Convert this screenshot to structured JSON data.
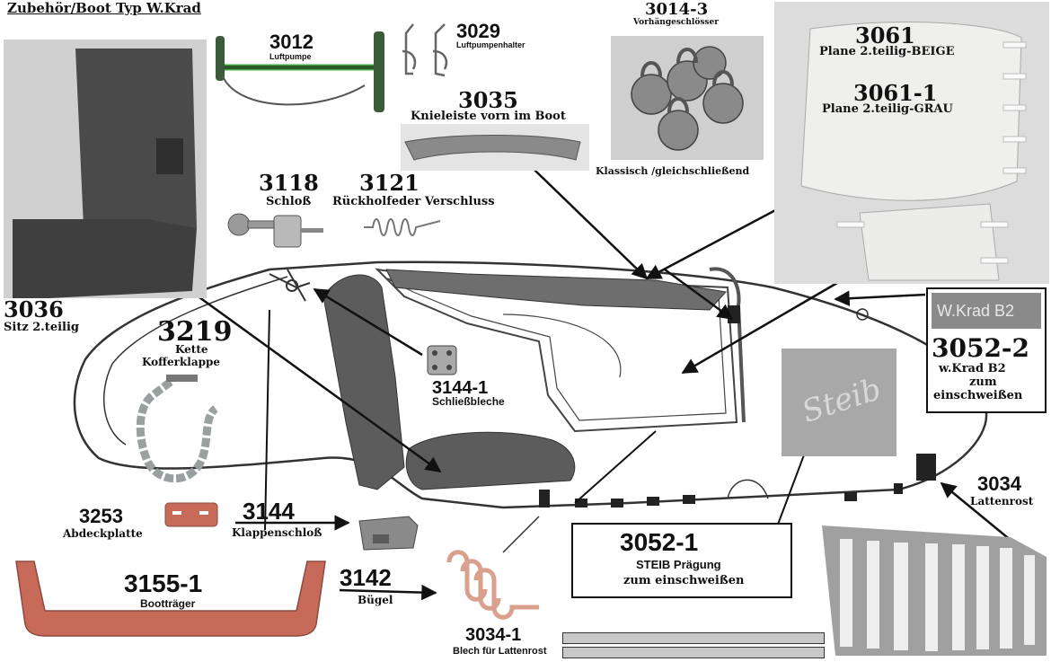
{
  "header": {
    "title": "Zubehör/Boot Typ W.Krad"
  },
  "parts": {
    "p3012": {
      "number": "3012",
      "label": "Luftpumpe"
    },
    "p3029": {
      "number": "3029",
      "label": "Luftpumpenhalter"
    },
    "p3014_3": {
      "number": "3014-3",
      "label": "Vorhängeschlösser",
      "caption": "Klassisch /gleichschließend"
    },
    "p3035": {
      "number": "3035",
      "label": "Knieleiste vorn im Boot"
    },
    "p3061": {
      "number": "3061",
      "label": "Plane 2.teilig-BEIGE"
    },
    "p3061_1": {
      "number": "3061-1",
      "label": "Plane 2.teilig-GRAU"
    },
    "p3118": {
      "number": "3118",
      "label": "Schloß"
    },
    "p3121": {
      "number": "3121",
      "label": "Rückholfeder Verschluss"
    },
    "p3036": {
      "number": "3036",
      "label": "Sitz 2.teilig"
    },
    "p3219": {
      "number": "3219",
      "label1": "Kette",
      "label2": "Kofferklappe"
    },
    "p3144_1": {
      "number": "3144-1",
      "label": "Schließbleche"
    },
    "p3052_2": {
      "number": "3052-2",
      "plate": "W.Krad B2",
      "label1": "w.Krad B2",
      "label2": "zum",
      "label3": "einschweißen"
    },
    "p3034": {
      "number": "3034",
      "label": "Lattenrost"
    },
    "p3052_1": {
      "number": "3052-1",
      "label1": "STEIB Prägung",
      "label2": "zum einschweißen",
      "logo": "Steib"
    },
    "p3253": {
      "number": "3253",
      "label": "Abdeckplatte"
    },
    "p3144": {
      "number": "3144",
      "label": "Klappenschloß"
    },
    "p3155_1": {
      "number": "3155-1",
      "label": "Bootträger"
    },
    "p3142": {
      "number": "3142",
      "label": "Bügel"
    },
    "p3034_1": {
      "number": "3034-1",
      "label": "Blech für Lattenrost"
    }
  },
  "colors": {
    "boat_outline": "#333333",
    "seat": "#5c5c5c",
    "knee_bar": "#8a8a8a",
    "canvas": "#e7e7e5",
    "carrier": "#c76a5a",
    "plate_red": "#c76a5a",
    "hook": "#d9a08e",
    "slat_bar": "#c8c8c8"
  }
}
